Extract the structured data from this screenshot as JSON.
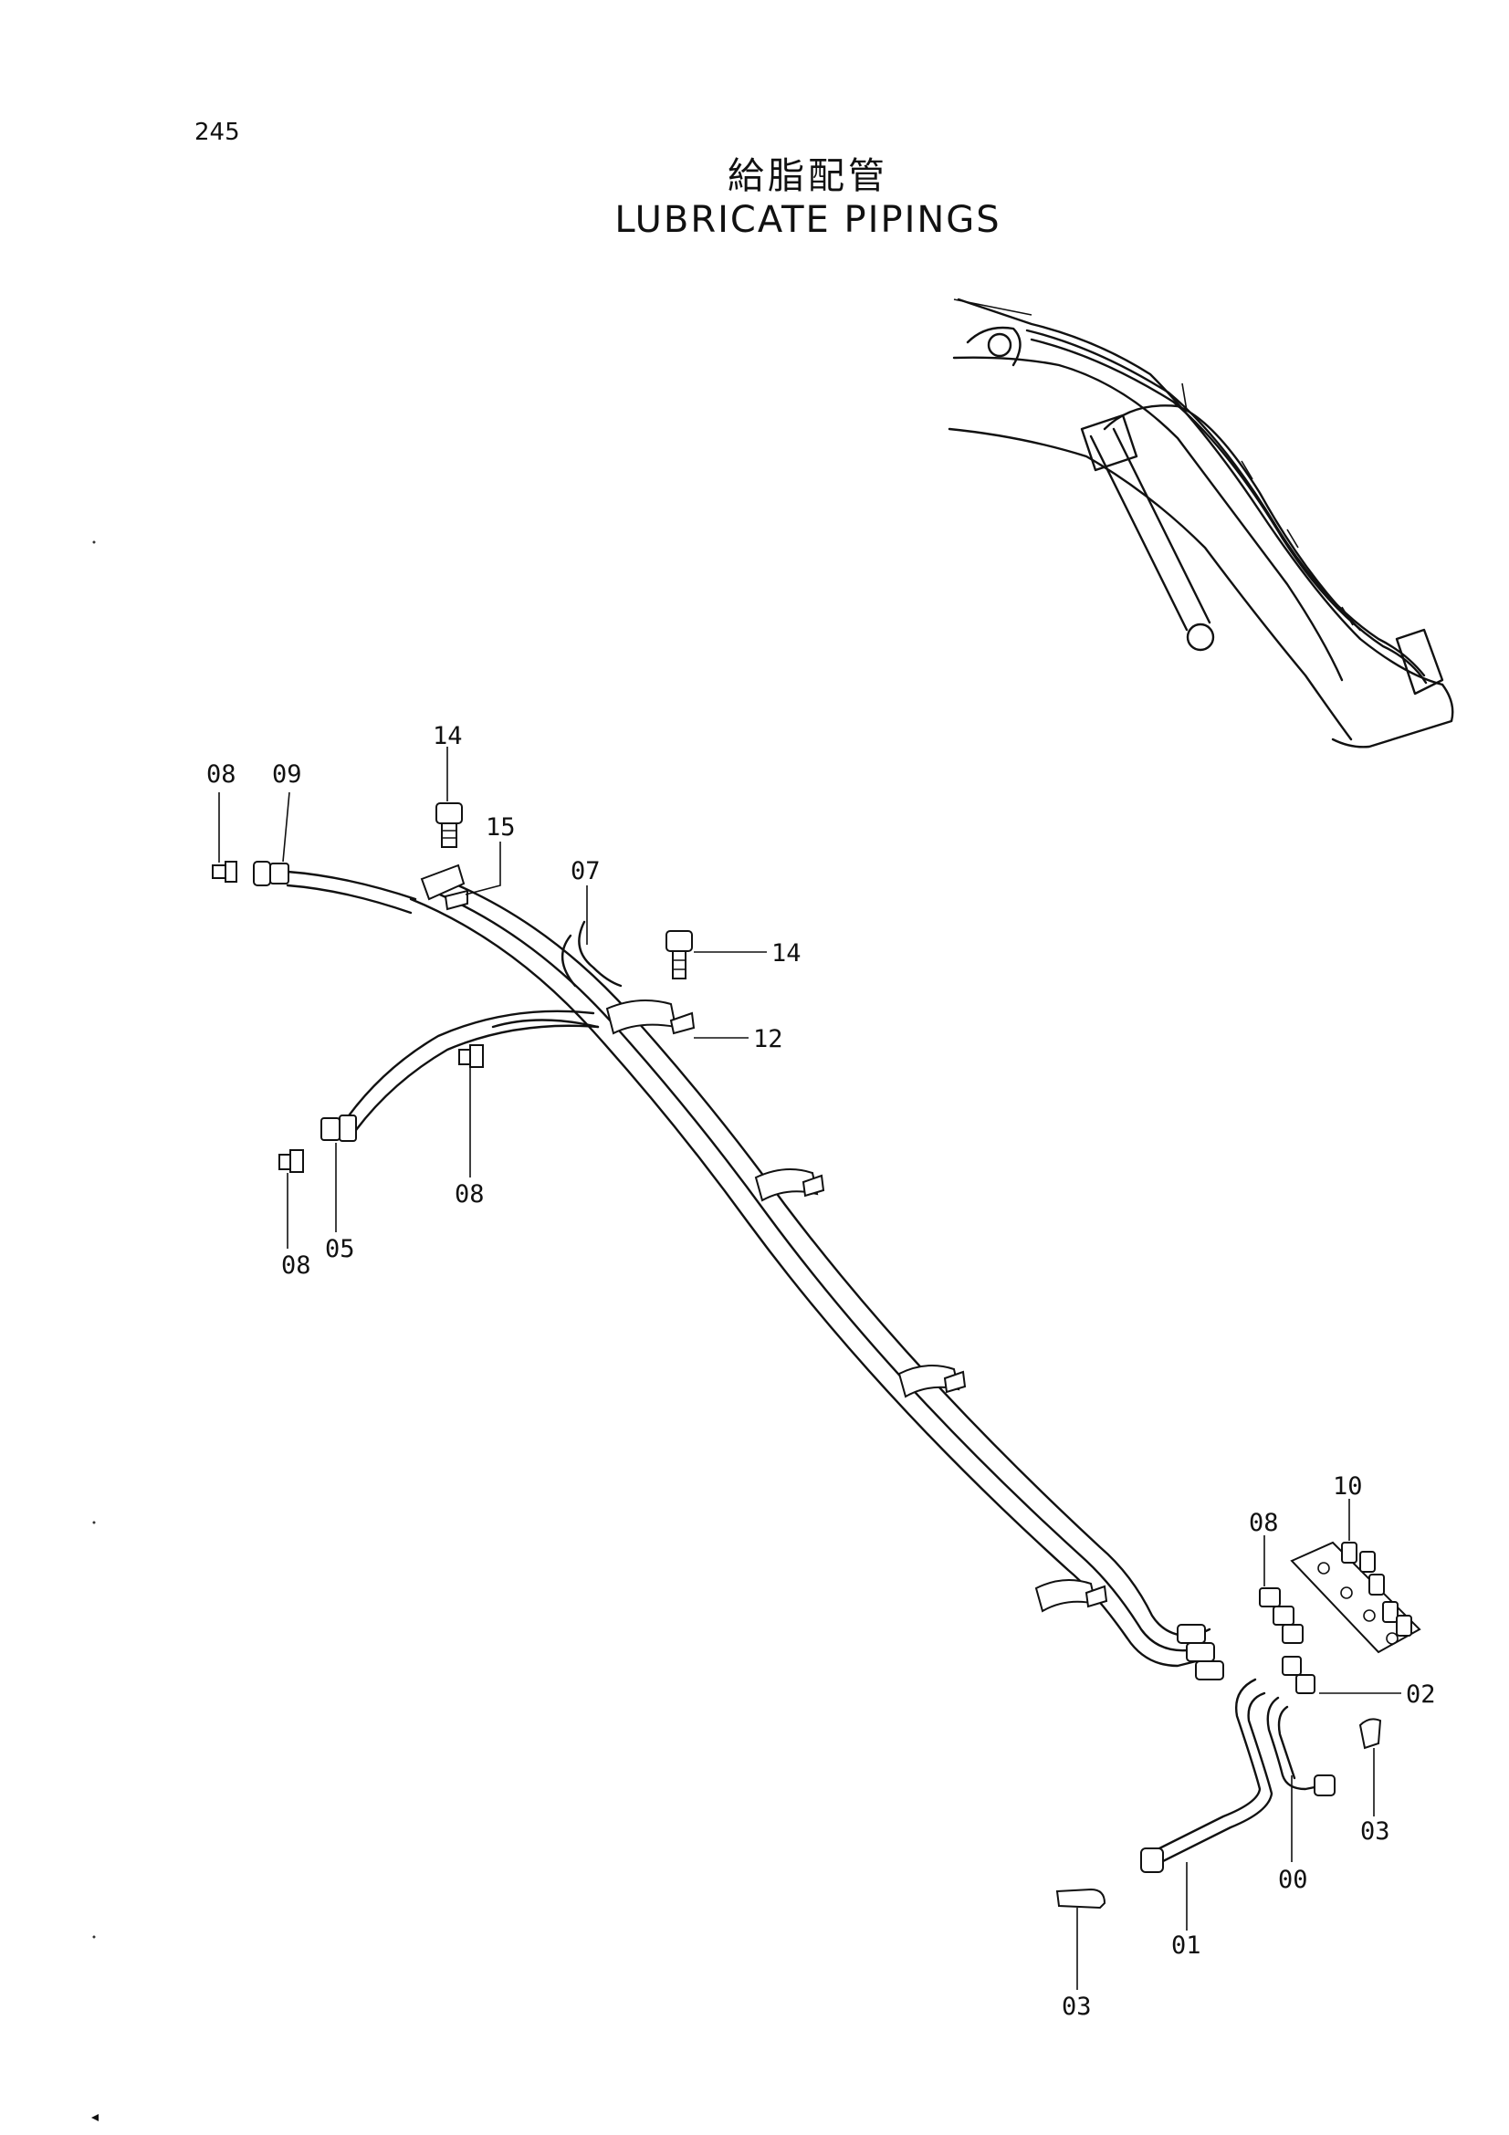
{
  "page_number": "245",
  "title_jp": "給脂配管",
  "title_en": "LUBRICATE PIPINGS",
  "callouts": {
    "c08a": "08",
    "c09": "09",
    "c14a": "14",
    "c15": "15",
    "c07": "07",
    "c14b": "14",
    "c12": "12",
    "c08b": "08",
    "c05": "05",
    "c08c": "08",
    "c10": "10",
    "c08d": "08",
    "c02": "02",
    "c03a": "03",
    "c00": "00",
    "c01": "01",
    "c03b": "03"
  }
}
